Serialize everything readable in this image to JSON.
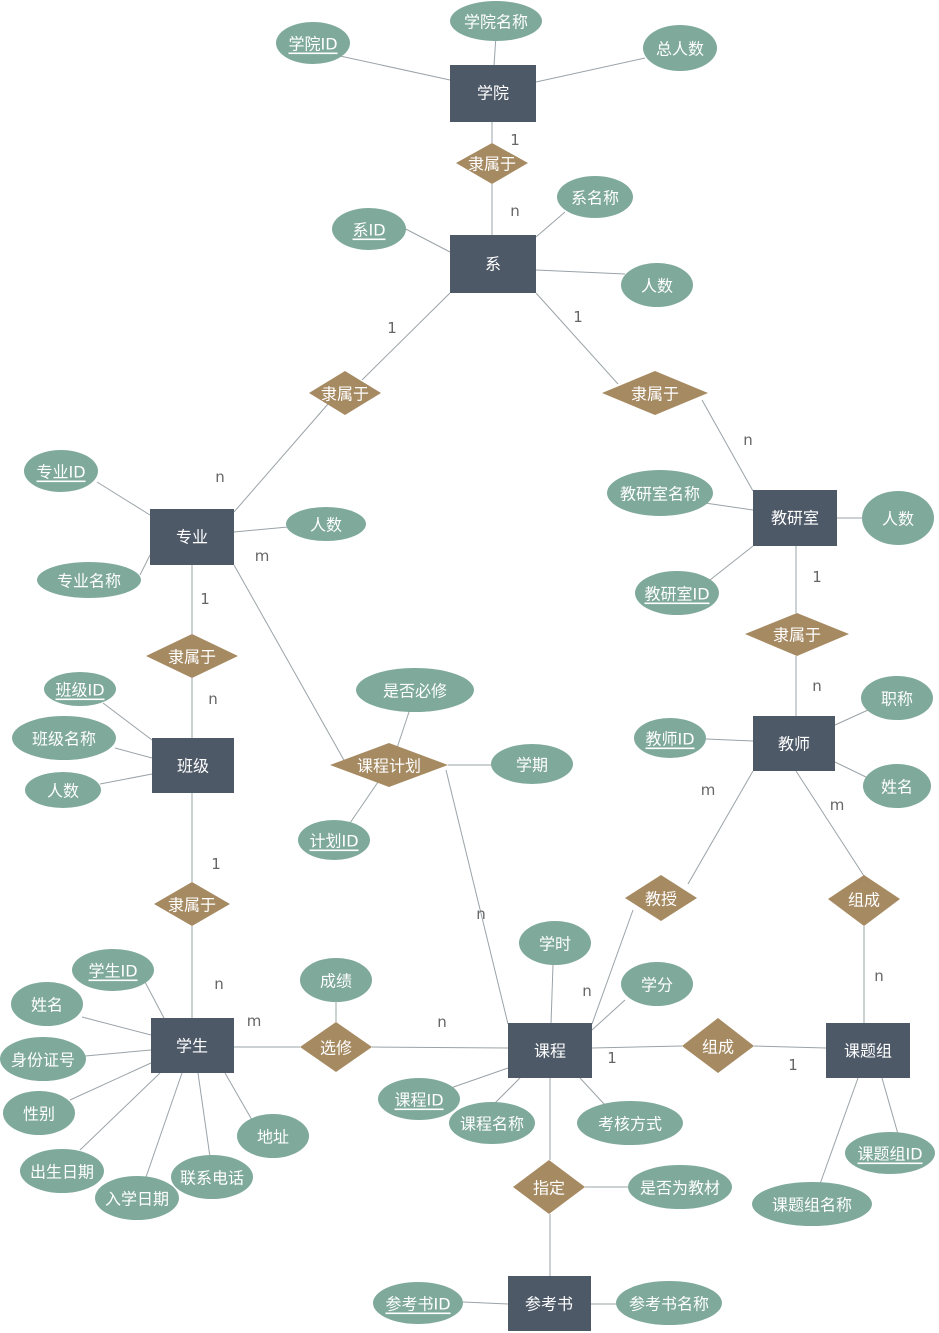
{
  "entities": {
    "college": "学院",
    "department": "系",
    "major": "专业",
    "research_office": "教研室",
    "class": "班级",
    "teacher": "教师",
    "student": "学生",
    "course": "课程",
    "topic_group": "课题组",
    "reference_book": "参考书"
  },
  "relationships": {
    "belongs_college_dept": "隶属于",
    "belongs_dept_major": "隶属于",
    "belongs_dept_office": "隶属于",
    "belongs_major_class": "隶属于",
    "belongs_office_teacher": "隶属于",
    "belongs_class_student": "隶属于",
    "course_plan": "课程计划",
    "teaches": "教授",
    "composes_teacher_group": "组成",
    "selects": "选修",
    "composes_course_group": "组成",
    "specifies": "指定"
  },
  "attributes": {
    "college_id": "学院ID",
    "college_name": "学院名称",
    "college_total": "总人数",
    "dept_id": "系ID",
    "dept_name": "系名称",
    "dept_count": "人数",
    "major_id": "专业ID",
    "major_name": "专业名称",
    "major_count": "人数",
    "office_name": "教研室名称",
    "office_count": "人数",
    "office_id": "教研室ID",
    "class_id": "班级ID",
    "class_name": "班级名称",
    "class_count": "人数",
    "is_required": "是否必修",
    "semester": "学期",
    "plan_id": "计划ID",
    "teacher_id": "教师ID",
    "teacher_title": "职称",
    "teacher_name": "姓名",
    "student_id": "学生ID",
    "student_name": "姓名",
    "id_card": "身份证号",
    "gender": "性别",
    "birth_date": "出生日期",
    "enroll_date": "入学日期",
    "phone": "联系电话",
    "address": "地址",
    "grade": "成绩",
    "course_hours": "学时",
    "credits": "学分",
    "course_id": "课程ID",
    "course_name": "课程名称",
    "assessment": "考核方式",
    "group_id": "课题组ID",
    "group_name": "课题组名称",
    "is_textbook": "是否为教材",
    "book_id": "参考书ID",
    "book_name": "参考书名称"
  },
  "cardinalities": {
    "c1": "1",
    "c2": "n",
    "c3": "1",
    "c4": "1",
    "c5": "n",
    "c6": "n",
    "c7": "m",
    "c8": "1",
    "c9": "n",
    "c10": "1",
    "c11": "n",
    "c12": "n",
    "c13": "1",
    "c14": "n",
    "c15": "m",
    "c16": "m",
    "c17": "n",
    "c18": "n",
    "c19": "m",
    "c20": "n",
    "c21": "1",
    "c22": "1"
  },
  "colors": {
    "entity": "#4e5968",
    "relationship": "#a68a62",
    "attribute": "#7ea99b",
    "line": "#9aa3a8",
    "cardinality": "#666666"
  }
}
